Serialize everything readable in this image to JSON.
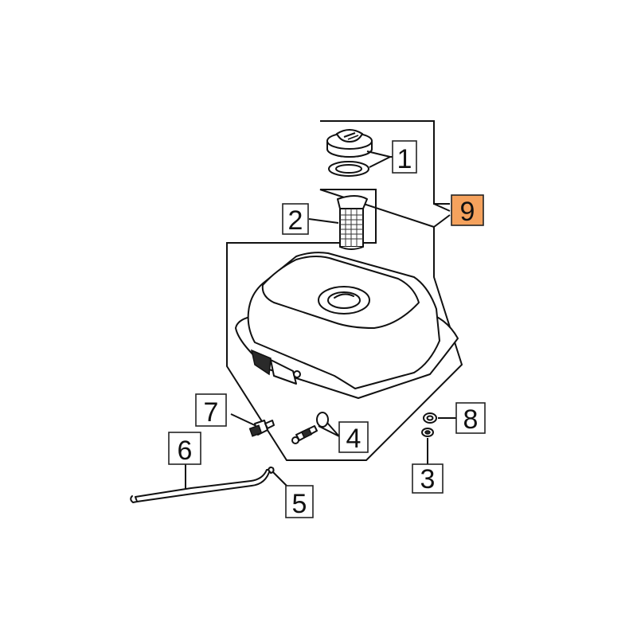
{
  "diagram": {
    "callouts": {
      "c1": "1",
      "c2": "2",
      "c3": "3",
      "c4": "4",
      "c5": "5",
      "c6": "6",
      "c7": "7",
      "c8": "8",
      "c9": "9"
    },
    "highlight_color": "#f5a25d",
    "parts": {
      "p1": "fuel-cap-and-gasket",
      "p2": "fuel-strainer",
      "p3": "drain-washer",
      "p4": "fuel-valve",
      "p5": "hose-clip",
      "p6": "fuel-hose",
      "p7": "drain-bolt",
      "p8": "sealing-washer",
      "p9": "fuel-tank-assembly"
    }
  }
}
